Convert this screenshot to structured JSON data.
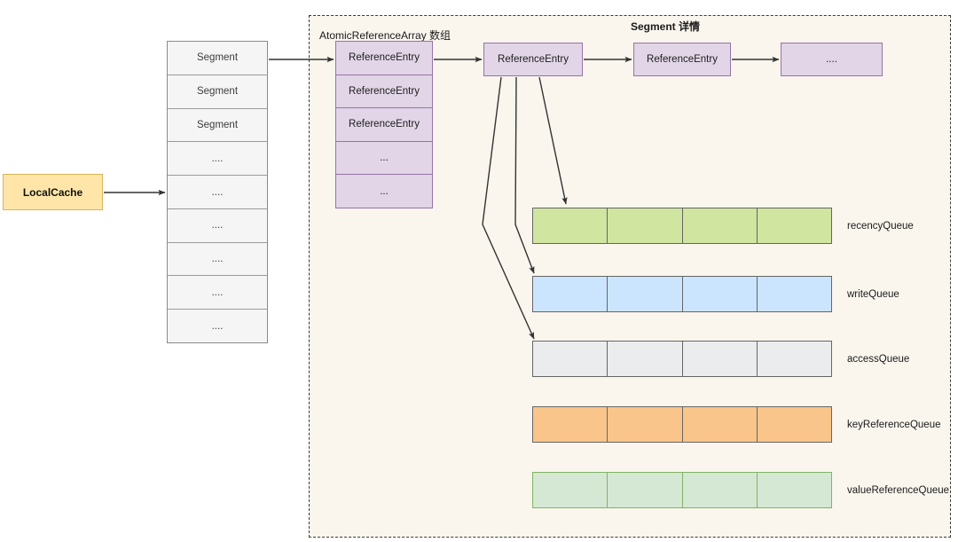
{
  "diagram": {
    "source_label": "LocalCache",
    "panel": {
      "title": "Segment 详情",
      "array_title": "AtomicReferenceArray 数组"
    },
    "segment_column": {
      "cells": [
        "Segment",
        "Segment",
        "Segment",
        "....",
        "....",
        "....",
        "....",
        "....",
        "...."
      ]
    },
    "array_column": {
      "cells": [
        "ReferenceEntry",
        "ReferenceEntry",
        "ReferenceEntry",
        "...",
        "..."
      ]
    },
    "entry_chain": [
      {
        "label": "ReferenceEntry"
      },
      {
        "label": "ReferenceEntry"
      },
      {
        "label": "...."
      }
    ],
    "queues": [
      {
        "name": "recencyQueue",
        "fill": "#cfe5a0",
        "stroke": "#666666",
        "cells": 4
      },
      {
        "name": "writeQueue",
        "fill": "#cce5ff",
        "stroke": "#666666",
        "cells": 4
      },
      {
        "name": "accessQueue",
        "fill": "#eaecee",
        "stroke": "#666666",
        "cells": 4
      },
      {
        "name": "keyReferenceQueue",
        "fill": "#fac58a",
        "stroke": "#666666",
        "cells": 4
      },
      {
        "name": "valueReferenceQueue",
        "fill": "#d5e8d4",
        "stroke": "#82b366",
        "cells": 4
      }
    ],
    "colors": {
      "panel_background": "#faf6ee",
      "panel_border": "#3a3a3a",
      "local_cache_fill": "#ffe6a8",
      "local_cache_stroke": "#d6b656",
      "entry_fill": "#e1d5e7",
      "entry_stroke": "#9673a6",
      "segment_fill": "#f5f5f5",
      "segment_stroke": "#8a8a8a",
      "arrow": "#333333"
    }
  }
}
